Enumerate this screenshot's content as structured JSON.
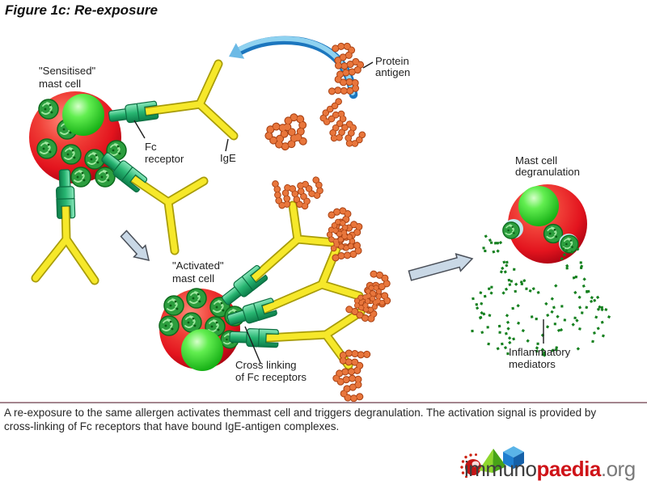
{
  "title": "Figure 1c: Re-exposure",
  "diagram": {
    "sensitised_cell": {
      "label_line1": "\"Sensitised\"",
      "label_line2": "mast cell"
    },
    "fc_receptor": {
      "label_line1": "Fc",
      "label_line2": "receptor"
    },
    "ige": {
      "label": "IgE"
    },
    "protein_antigen": {
      "label_line1": "Protein",
      "label_line2": "antigen"
    },
    "activated_cell": {
      "label_line1": "\"Activated\"",
      "label_line2": "mast cell"
    },
    "cross_linking": {
      "label_line1": "Cross linking",
      "label_line2": "of Fc receptors"
    },
    "degranulation": {
      "label_line1": "Mast cell",
      "label_line2": "degranulation"
    },
    "inflammatory_mediators": {
      "label_line1": "Inflammatory",
      "label_line2": "mediators"
    }
  },
  "caption": {
    "line1": "A re-exposure to the same allergen activates themmast cell and triggers degranulation. The activation signal is provided by",
    "line2": "cross-linking of Fc receptors that have bound IgE-antigen complexes."
  },
  "logo": {
    "part1": "immuno",
    "part2": "paedia",
    "part3": ".org"
  },
  "colors": {
    "cell_red": "#e11c24",
    "granule_green": "#2c9e3e",
    "sphere_green": "#3fe13f",
    "receptor_teal": "#1fa866",
    "ige_yellow": "#f6e82a",
    "antigen_orange": "#e8763c",
    "curved_arrow_blue": "#4aa3dc",
    "block_arrow_gray": "#c9d8e6",
    "mediator_green": "#15801f",
    "logo_red": "#cf1318"
  }
}
